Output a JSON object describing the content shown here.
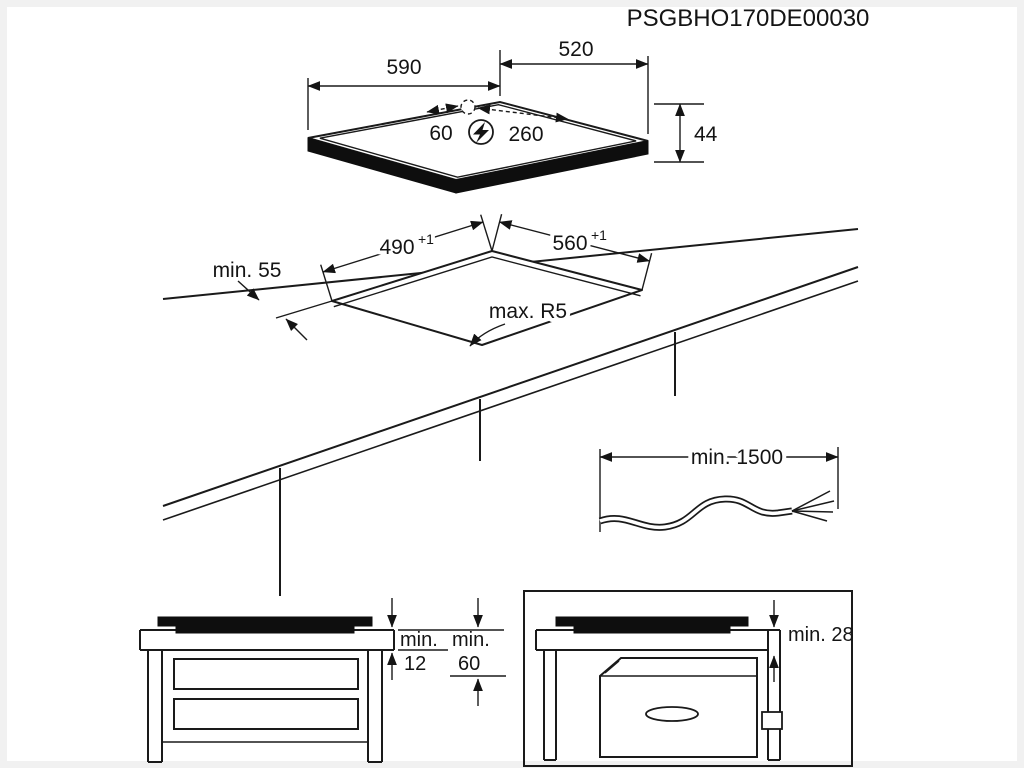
{
  "title": "PSGBHO170DE00030",
  "hob": {
    "width": "590",
    "depth": "520",
    "height": "44",
    "connection_offset_left": "60",
    "connection_offset_right": "260",
    "power_icon": "lightning-bolt"
  },
  "cutout": {
    "width": "490",
    "width_tolerance": "+1",
    "depth": "560",
    "depth_tolerance": "+1",
    "min_edge_distance": "min. 55",
    "max_corner_radius": "max. R5"
  },
  "cable": {
    "min_length": "min. 1500"
  },
  "drawer_clearance": {
    "min_label_1": "min.",
    "value_1": "12",
    "min_label_2": "min.",
    "value_2": "60"
  },
  "oven_clearance": {
    "value": "min. 28"
  }
}
